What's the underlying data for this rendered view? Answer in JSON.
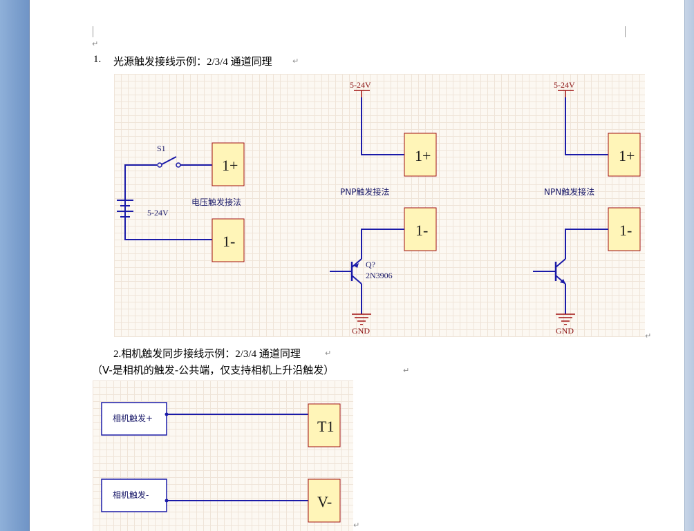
{
  "doc": {
    "item1_number": "1.",
    "item1_text": "光源触发接线示例：2/3/4 通道同理",
    "item2_text": "2.相机触发同步接线示例：2/3/4 通道同理",
    "item2_note": "（V-是相机的触发-公共端，仅支持相机上升沿触发）",
    "para_mark": "↵"
  },
  "diagram1": {
    "switch_label": "S1",
    "battery_label": "5-24V",
    "voltage_method": "电压触发接法",
    "pnp_supply": "5-24V",
    "pnp_method": "PNP触发接法",
    "pnp_transistor_ref": "Q?",
    "pnp_transistor_part": "2N3906",
    "pnp_gnd": "GND",
    "npn_supply": "5-24V",
    "npn_method": "NPN触发接法",
    "npn_gnd": "GND",
    "terminal_plus": "1+",
    "terminal_minus": "1-"
  },
  "diagram2": {
    "camera_plus": "相机触发+",
    "camera_minus": "相机触发-",
    "terminal_t1": "T1",
    "terminal_vminus": "V-"
  },
  "colors": {
    "wire": "#1a1aa8",
    "terminal_fill": "#fff5b8",
    "terminal_border": "#a01010",
    "supply_wire": "#a01010"
  }
}
